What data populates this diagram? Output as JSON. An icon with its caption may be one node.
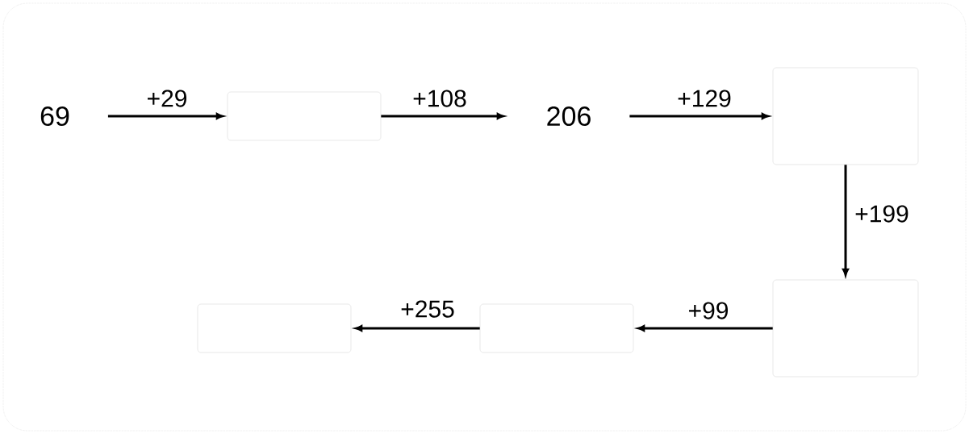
{
  "diagram": {
    "nodes": [
      {
        "text": [
          "69"
        ]
      },
      {
        "text": [],
        "shape": "box"
      },
      {
        "text": [
          "206"
        ]
      },
      {
        "text": [],
        "shape": "box"
      },
      {
        "text": [],
        "shape": "box"
      },
      {
        "text": [],
        "shape": "box"
      },
      {
        "text": [],
        "shape": "box"
      }
    ],
    "edges": [
      {
        "from": 0,
        "to": 1,
        "arrow": "to",
        "label": "+29"
      },
      {
        "from": 1,
        "to": 2,
        "arrow": "to",
        "label": "+108"
      },
      {
        "from": 2,
        "to": 3,
        "arrow": "to",
        "label": "+129"
      },
      {
        "from": 3,
        "to": 6,
        "arrow": "to",
        "label": "+199"
      },
      {
        "from": 6,
        "to": 5,
        "arrow": "to",
        "label": "+99"
      },
      {
        "from": 5,
        "to": 4,
        "arrow": "to",
        "label": "+255"
      }
    ]
  }
}
